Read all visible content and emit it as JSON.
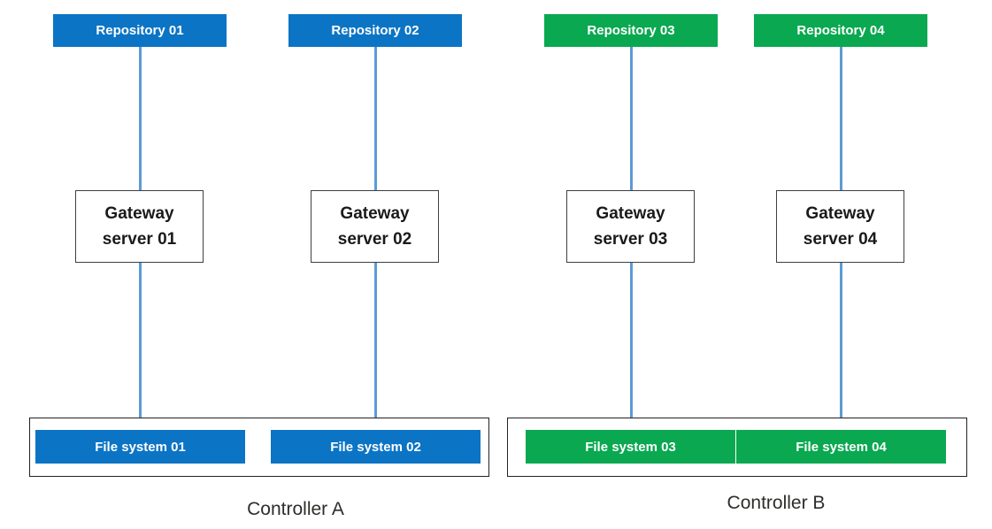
{
  "colors": {
    "blue_fill": "#0c74c4",
    "green_fill": "#0aa850",
    "connector": "#5b9bd5",
    "text_on_fill": "#ffffff",
    "label_text": "#2d2d2a"
  },
  "groups": [
    {
      "controller_label": "Controller A",
      "columns": [
        {
          "repository": "Repository 01",
          "gateway_line1": "Gateway",
          "gateway_line2": "server 01",
          "file_system": "File system 01"
        },
        {
          "repository": "Repository 02",
          "gateway_line1": "Gateway",
          "gateway_line2": "server 02",
          "file_system": "File system 02"
        }
      ]
    },
    {
      "controller_label": "Controller B",
      "columns": [
        {
          "repository": "Repository 03",
          "gateway_line1": "Gateway",
          "gateway_line2": "server 03",
          "file_system": "File system 03"
        },
        {
          "repository": "Repository 04",
          "gateway_line1": "Gateway",
          "gateway_line2": "server 04",
          "file_system": "File system 04"
        }
      ]
    }
  ]
}
